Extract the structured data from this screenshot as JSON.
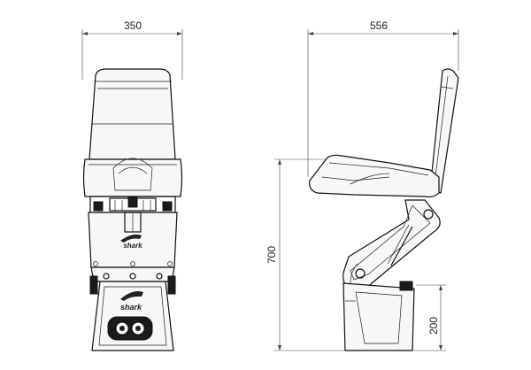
{
  "dimensions": {
    "front_width": "350",
    "side_depth": "556",
    "overall_height": "700",
    "base_height": "200"
  },
  "logos": {
    "pillar_logo_text": "shark",
    "base_logo_text": "shark"
  },
  "views": [
    "front-view",
    "side-view"
  ],
  "colors": {
    "line": "#111111",
    "dimension": "#444444",
    "background": "#ffffff"
  }
}
